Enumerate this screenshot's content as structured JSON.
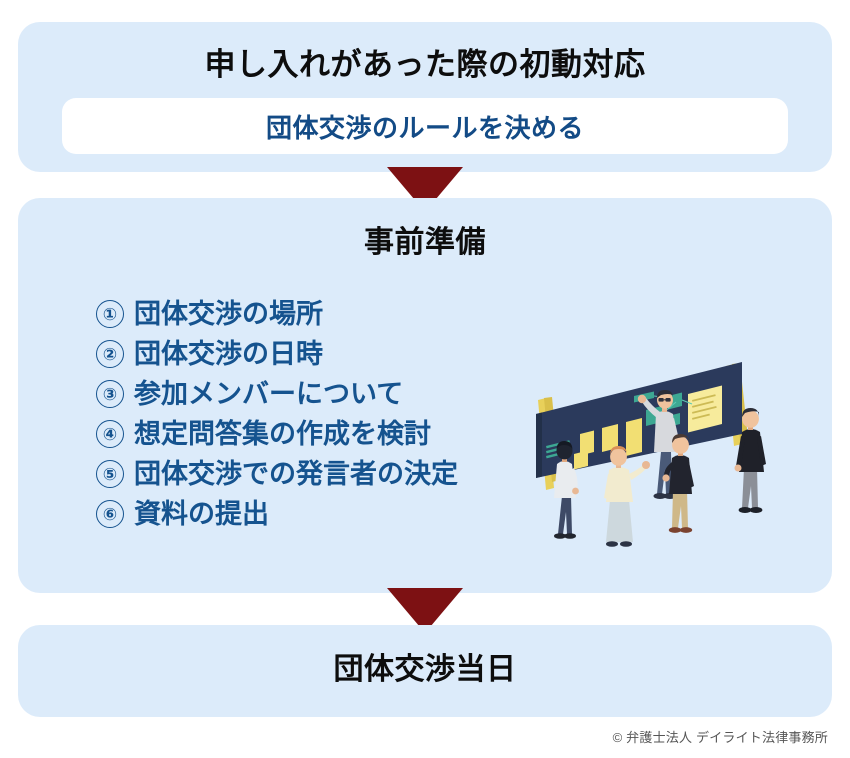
{
  "diagram": {
    "title": "申し入れがあった際の初動対応",
    "credit": "© 弁護士法人 デイライト法律事務所",
    "colors": {
      "panel_background": "#dcebfa",
      "heading_text": "#0d0d0d",
      "accent_navy": "#15538f",
      "pill_text": "#134b86",
      "arrow": "#7d1113",
      "board": "#2b3a5c",
      "sticky_yellow": "#f2df73",
      "sticky_teal": "#3da893",
      "easel": "#e8d05a"
    },
    "steps": [
      {
        "id": "initial-response",
        "title": "申し入れがあった際の初動対応",
        "pill": "団体交渉のルールを決める"
      },
      {
        "id": "preparation",
        "title": "事前準備",
        "items": [
          {
            "number": "①",
            "label": "団体交渉の場所"
          },
          {
            "number": "②",
            "label": "団体交渉の日時"
          },
          {
            "number": "③",
            "label": "参加メンバーについて"
          },
          {
            "number": "④",
            "label": "想定問答集の作成を検討"
          },
          {
            "number": "⑤",
            "label": "団体交渉での発言者の決定"
          },
          {
            "number": "⑥",
            "label": "資料の提出"
          }
        ],
        "illustration": "people-at-whiteboard-illustration"
      },
      {
        "id": "negotiation-day",
        "title": "団体交渉当日"
      }
    ],
    "arrows": [
      {
        "id": "arrow-initial-to-prep",
        "direction": "down"
      },
      {
        "id": "arrow-prep-to-day",
        "direction": "down"
      }
    ]
  }
}
